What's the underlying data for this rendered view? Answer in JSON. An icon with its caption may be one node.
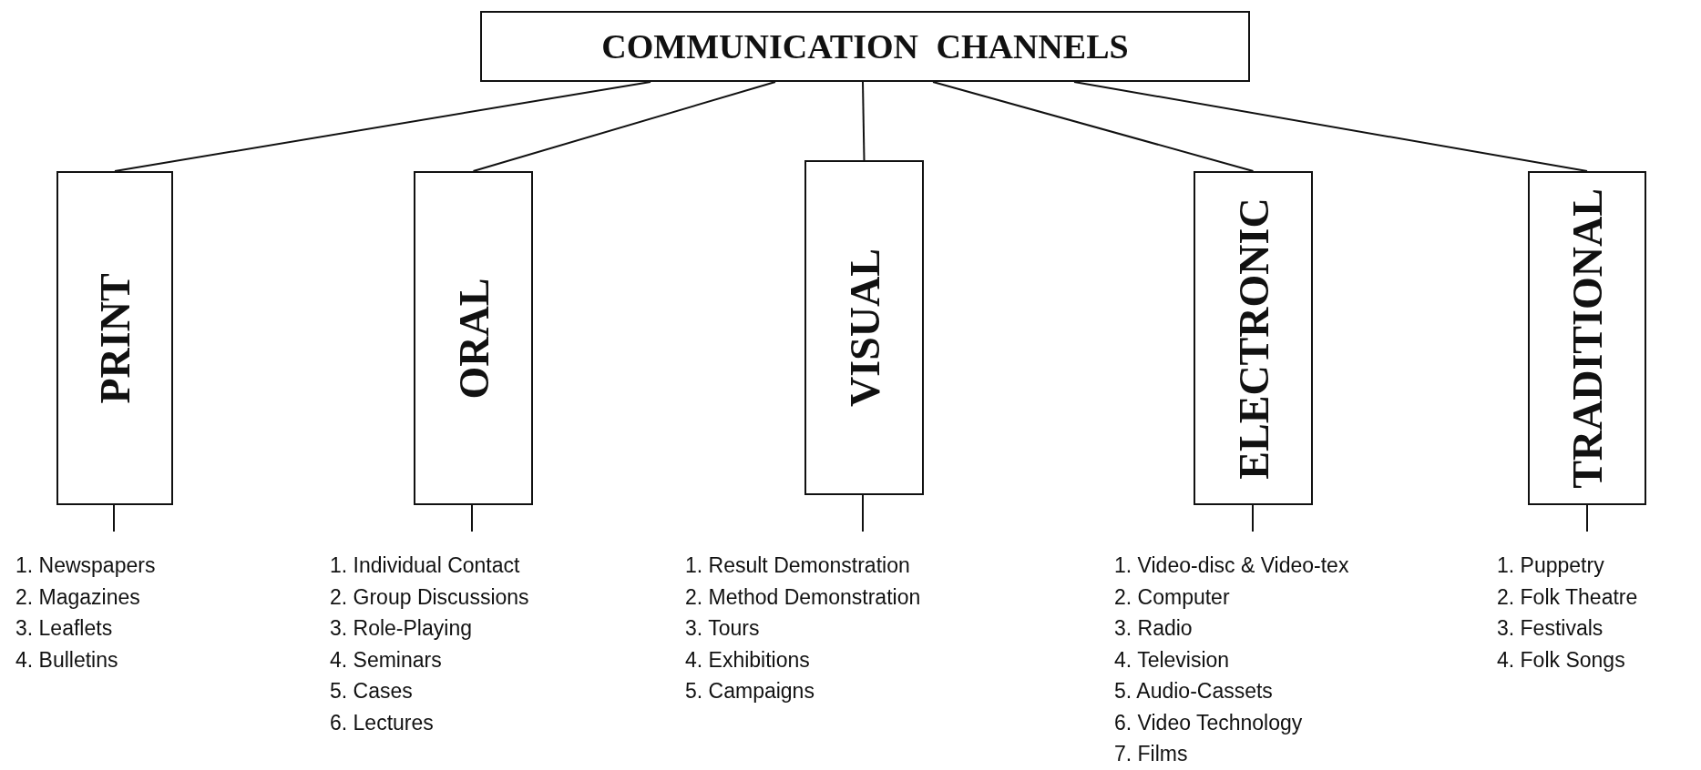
{
  "diagram": {
    "nodes": [
      {
        "text": [
          "COMMUNICATION CHANNELS"
        ]
      },
      {
        "text": [
          "PRINT"
        ]
      },
      {
        "text": [
          "ORAL"
        ]
      },
      {
        "text": [
          "VISUAL"
        ]
      },
      {
        "text": [
          "ELECTRONIC"
        ]
      },
      {
        "text": [
          "TRADITIONAL"
        ]
      },
      {
        "text": [
          "1. Newspapers",
          "2. Magazines",
          "3. Leaflets",
          "4. Bulletins"
        ]
      },
      {
        "text": [
          "1. Individual Contact",
          "2. Group Discussions",
          "3. Role-Playing",
          "4. Seminars",
          "5. Cases",
          "6. Lectures"
        ]
      },
      {
        "text": [
          "1. Result Demonstration",
          "2. Method Demonstration",
          "3. Tours",
          "4. Exhibitions",
          "5. Campaigns"
        ]
      },
      {
        "text": [
          "1. Video-disc & Video-tex",
          "2. Computer",
          "3. Radio",
          "4. Television",
          "5. Audio-Cassets",
          "6. Video Technology",
          "7. Films"
        ]
      },
      {
        "text": [
          "1. Puppetry",
          "2. Folk Theatre",
          "3. Festivals",
          "4. Folk Songs"
        ]
      }
    ],
    "edges": [
      {
        "from": 0,
        "to": 1,
        "arrow": "none"
      },
      {
        "from": 0,
        "to": 2,
        "arrow": "none"
      },
      {
        "from": 0,
        "to": 3,
        "arrow": "none"
      },
      {
        "from": 0,
        "to": 4,
        "arrow": "none"
      },
      {
        "from": 0,
        "to": 5,
        "arrow": "none"
      },
      {
        "from": 1,
        "to": 6,
        "arrow": "none"
      },
      {
        "from": 2,
        "to": 7,
        "arrow": "none"
      },
      {
        "from": 3,
        "to": 8,
        "arrow": "none"
      },
      {
        "from": 4,
        "to": 9,
        "arrow": "none"
      },
      {
        "from": 5,
        "to": 10,
        "arrow": "none"
      }
    ]
  }
}
